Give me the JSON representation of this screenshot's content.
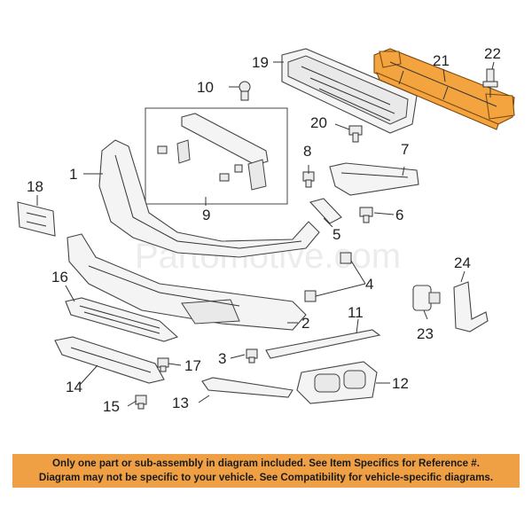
{
  "diagram": {
    "watermark": "Partomotive.com",
    "callouts": {
      "c1": "1",
      "c2": "2",
      "c3": "3",
      "c4": "4",
      "c5": "5",
      "c6": "6",
      "c7": "7",
      "c8": "8",
      "c9": "9",
      "c10": "10",
      "c11": "11",
      "c12": "12",
      "c13": "13",
      "c14": "14",
      "c15": "15",
      "c16": "16",
      "c17": "17",
      "c18": "18",
      "c19": "19",
      "c20": "20",
      "c21": "21",
      "c22": "22",
      "c23": "23",
      "c24": "24"
    },
    "highlight_part": "21",
    "highlight_color": "#f4a43f"
  },
  "notice": {
    "line1": "Only one part or sub-assembly in diagram included. See Item Specifics for Reference #.",
    "line2": "Diagram may not be specific to your vehicle. See Compatibility for vehicle-specific diagrams.",
    "background_color": "#f0a044"
  }
}
